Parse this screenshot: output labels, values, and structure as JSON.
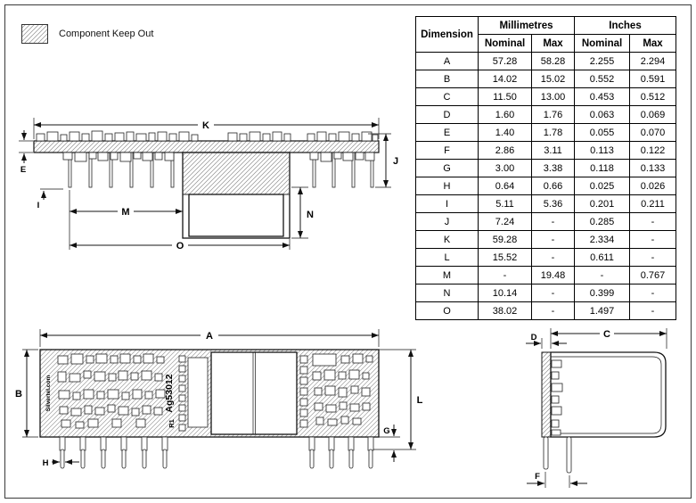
{
  "legend": {
    "label": "Component Keep Out"
  },
  "table": {
    "headers": {
      "dimension": "Dimension",
      "millimetres": "Millimetres",
      "inches": "Inches",
      "nominal": "Nominal",
      "max": "Max"
    },
    "rows": [
      [
        "A",
        "57.28",
        "58.28",
        "2.255",
        "2.294"
      ],
      [
        "B",
        "14.02",
        "15.02",
        "0.552",
        "0.591"
      ],
      [
        "C",
        "11.50",
        "13.00",
        "0.453",
        "0.512"
      ],
      [
        "D",
        "1.60",
        "1.76",
        "0.063",
        "0.069"
      ],
      [
        "E",
        "1.40",
        "1.78",
        "0.055",
        "0.070"
      ],
      [
        "F",
        "2.86",
        "3.11",
        "0.113",
        "0.122"
      ],
      [
        "G",
        "3.00",
        "3.38",
        "0.118",
        "0.133"
      ],
      [
        "H",
        "0.64",
        "0.66",
        "0.025",
        "0.026"
      ],
      [
        "I",
        "5.11",
        "5.36",
        "0.201",
        "0.211"
      ],
      [
        "J",
        "7.24",
        "-",
        "0.285",
        "-"
      ],
      [
        "K",
        "59.28",
        "-",
        "2.334",
        "-"
      ],
      [
        "L",
        "15.52",
        "-",
        "0.611",
        "-"
      ],
      [
        "M",
        "-",
        "19.48",
        "-",
        "0.767"
      ],
      [
        "N",
        "10.14",
        "-",
        "0.399",
        "-"
      ],
      [
        "O",
        "38.02",
        "-",
        "1.497",
        "-"
      ]
    ]
  },
  "dims": {
    "A": "A",
    "B": "B",
    "C": "C",
    "D": "D",
    "E": "E",
    "F": "F",
    "G": "G",
    "H": "H",
    "I": "I",
    "J": "J",
    "K": "K",
    "L": "L",
    "M": "M",
    "N": "N",
    "O": "O"
  },
  "markings": {
    "part_number": "Ag53012",
    "revision": "R1",
    "brand": "Silvertel.com"
  }
}
